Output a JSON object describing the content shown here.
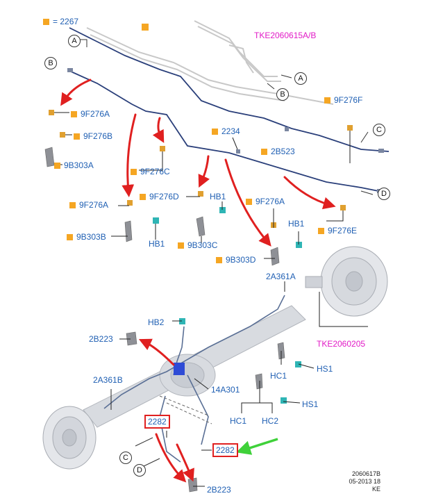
{
  "legend": {
    "equals": "=",
    "code": "2267"
  },
  "callouts": {
    "A": "A",
    "B": "B",
    "C": "C",
    "D": "D"
  },
  "labels": {
    "tke_top": "TKE2060615A/B",
    "f9f276f": "9F276F",
    "f9f276a_1": "9F276A",
    "f9f276b": "9F276B",
    "b9b303a": "9B303A",
    "c2234": "2234",
    "c2b523_top": "2B523",
    "f9f276c": "9F276C",
    "f9f276d": "9F276D",
    "hb1_1": "HB1",
    "f9f276a_2": "9F276A",
    "f9f276a_3": "9F276A",
    "hb1_2": "HB1",
    "f9f276e": "9F276E",
    "b9b303b": "9B303B",
    "hb1_3": "HB1",
    "b9b303c": "9B303C",
    "b9b303d": "9B303D",
    "c2a361a": "2A361A",
    "hb2": "HB2",
    "tke_mid": "TKE2060205",
    "c2b223_top": "2B223",
    "hs1_1": "HS1",
    "hc1_1": "HC1",
    "c2a361b": "2A361B",
    "c14a301": "14A301",
    "hs1_2": "HS1",
    "hc1_2": "HC1",
    "hc2": "HC2",
    "c2282_a": "2282",
    "c2282_b": "2282",
    "c2b223_bot": "2B223"
  },
  "stamp": {
    "line1": "2060617B",
    "line2": "05-2013 18",
    "line3": "KE"
  },
  "colors": {
    "label_blue": "#1f5fb3",
    "label_magenta": "#e21bc7",
    "marker_orange": "#f5a623",
    "arrow_red": "#e02020",
    "arrow_green": "#3fd13a",
    "brake_line": "#2a3f7a",
    "bracket_teal": "#2fb5b5"
  }
}
